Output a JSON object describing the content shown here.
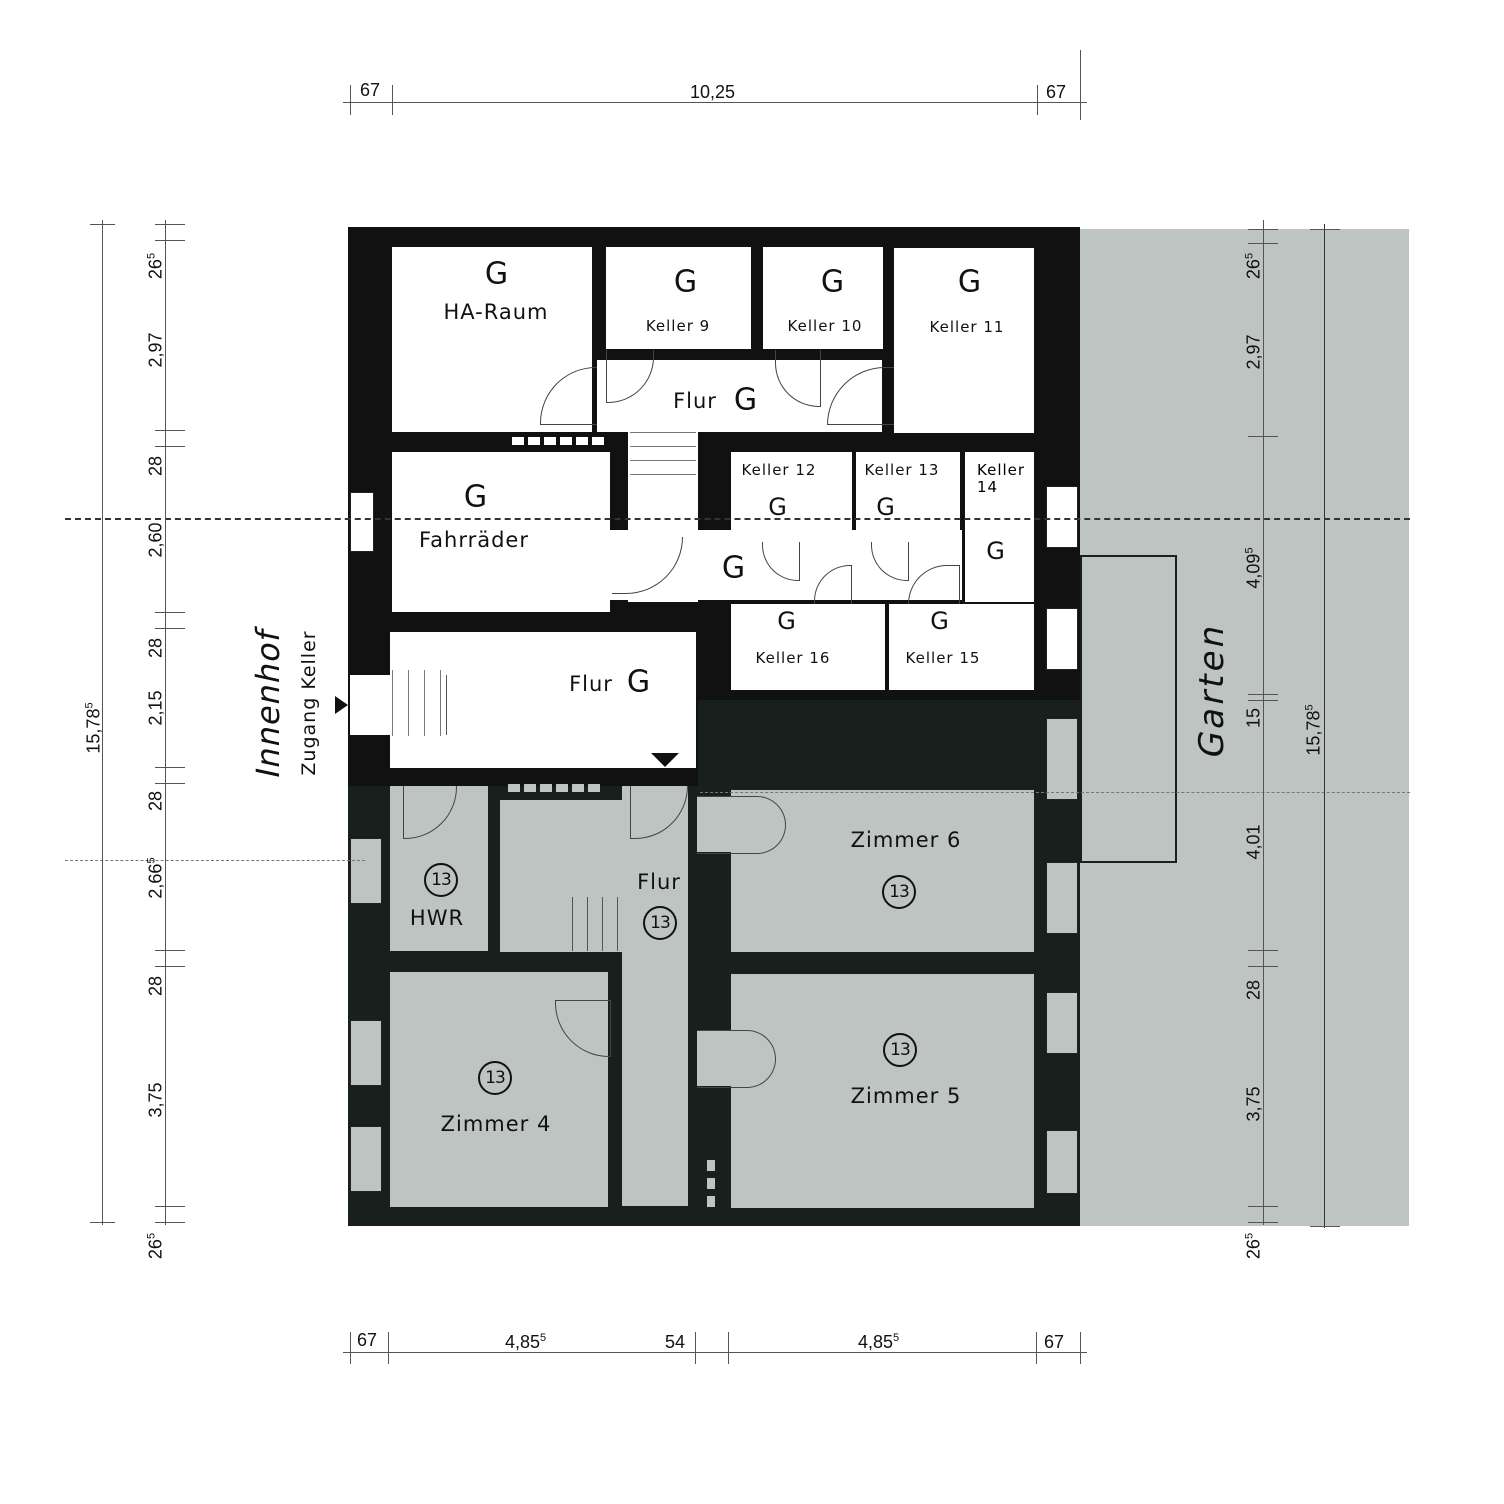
{
  "plan": {
    "colors": {
      "wall": "#111111",
      "wall_dark": "#17201d",
      "gray_area": "#bdc4c2",
      "white_area": "#ffffff"
    },
    "outside_labels": {
      "courtyard": "Innenhof",
      "courtyard_entry": "Zugang Keller",
      "garden": "Garten"
    },
    "rooms": [
      {
        "id": "ha-raum",
        "g": "G",
        "name": "HA-Raum"
      },
      {
        "id": "keller-9",
        "g": "G",
        "name": "Keller 9"
      },
      {
        "id": "keller-10",
        "g": "G",
        "name": "Keller 10"
      },
      {
        "id": "keller-11",
        "g": "G",
        "name": "Keller 11"
      },
      {
        "id": "flur-top",
        "name": "Flur",
        "g": "G"
      },
      {
        "id": "keller-12",
        "g": "G",
        "name": "Keller 12"
      },
      {
        "id": "keller-13",
        "g": "G",
        "name": "Keller 13"
      },
      {
        "id": "keller-14",
        "g": "G",
        "name": "Keller 14"
      },
      {
        "id": "fahrraeder",
        "g": "G",
        "name": "Fahrräder"
      },
      {
        "id": "corridor-mid",
        "g": "G"
      },
      {
        "id": "keller-16",
        "g": "G",
        "name": "Keller 16"
      },
      {
        "id": "keller-15",
        "g": "G",
        "name": "Keller 15"
      },
      {
        "id": "flur-main",
        "name": "Flur",
        "g": "G"
      },
      {
        "id": "hwr",
        "marker": "13",
        "name": "HWR"
      },
      {
        "id": "flur-lower",
        "name": "Flur",
        "marker": "13"
      },
      {
        "id": "zimmer-6",
        "name": "Zimmer 6",
        "marker": "13"
      },
      {
        "id": "zimmer-4",
        "name": "Zimmer 4",
        "marker": "13"
      },
      {
        "id": "zimmer-5",
        "name": "Zimmer 5",
        "marker": "13"
      }
    ],
    "dimensions": {
      "top": [
        "67",
        "10,25",
        "67"
      ],
      "bottom": [
        {
          "v": "67",
          "s": ""
        },
        {
          "v": "4,85",
          "s": "5"
        },
        {
          "v": "54",
          "s": ""
        },
        {
          "v": "4,85",
          "s": "5"
        },
        {
          "v": "67",
          "s": ""
        }
      ],
      "left_total": {
        "v": "15,78",
        "s": "5"
      },
      "left": [
        {
          "v": "26",
          "s": "5"
        },
        {
          "v": "2,97",
          "s": ""
        },
        {
          "v": "28",
          "s": ""
        },
        {
          "v": "2,60",
          "s": ""
        },
        {
          "v": "28",
          "s": ""
        },
        {
          "v": "2,15",
          "s": ""
        },
        {
          "v": "28",
          "s": ""
        },
        {
          "v": "2,66",
          "s": "5"
        },
        {
          "v": "28",
          "s": ""
        },
        {
          "v": "3,75",
          "s": ""
        },
        {
          "v": "26",
          "s": "5"
        }
      ],
      "right_total": {
        "v": "15,78",
        "s": "5"
      },
      "right": [
        {
          "v": "26",
          "s": "5"
        },
        {
          "v": "2,97",
          "s": ""
        },
        {
          "v": "4,09",
          "s": "5"
        },
        {
          "v": "15",
          "s": ""
        },
        {
          "v": "4,01",
          "s": ""
        },
        {
          "v": "28",
          "s": ""
        },
        {
          "v": "3,75",
          "s": ""
        },
        {
          "v": "26",
          "s": "5"
        }
      ]
    }
  }
}
